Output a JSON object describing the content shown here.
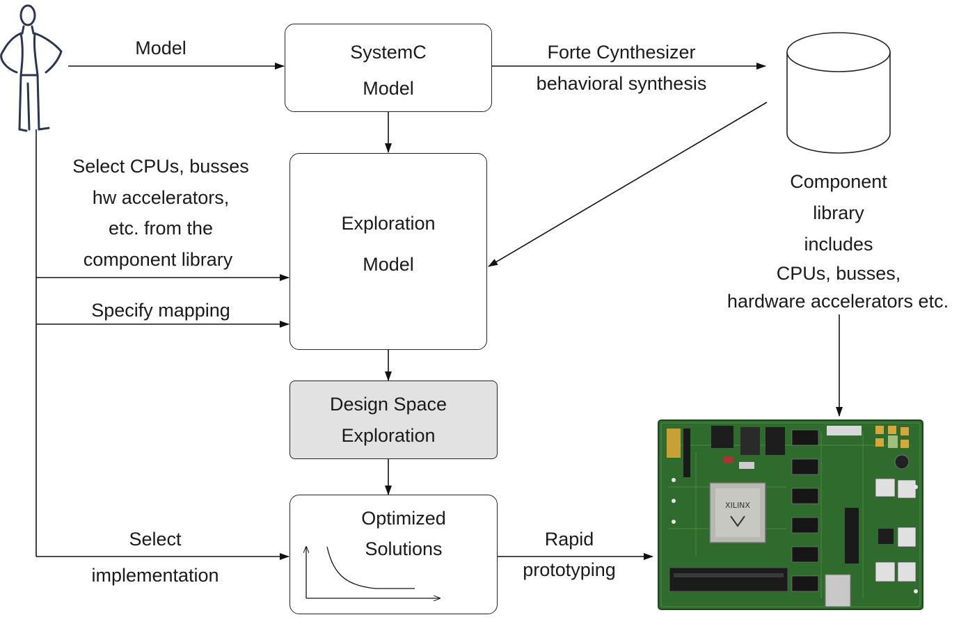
{
  "boxes": {
    "systemc": {
      "line1": "SystemC",
      "line2": "Model"
    },
    "exploration": {
      "line1": "Exploration",
      "line2": "Model"
    },
    "dse": {
      "line1": "Design Space",
      "line2": "Exploration"
    },
    "optimized": {
      "line1": "Optimized",
      "line2": "Solutions"
    }
  },
  "edges": {
    "model": "Model",
    "forte": {
      "line1": "Forte Cynthesizer",
      "line2": "behavioral synthesis"
    },
    "select_cpus": {
      "line1": "Select CPUs, busses",
      "line2": "hw accelerators,",
      "line3": "etc. from the",
      "line4": "component library"
    },
    "specify_mapping": "Specify mapping",
    "select_impl": {
      "line1": "Select",
      "line2": "implementation"
    },
    "rapid": {
      "line1": "Rapid",
      "line2": "prototyping"
    }
  },
  "library": {
    "line1": "Component",
    "line2": "library",
    "line3": "includes",
    "line4": "CPUs, busses,",
    "line5": "hardware accelerators etc."
  },
  "colors": {
    "stroke": "#222222",
    "dse_fill": "#e2e2e2",
    "pcb_green": "#2f6b2c"
  },
  "icons": {
    "user": "stick-figure-icon",
    "database": "database-cylinder-icon",
    "board": "fpga-board-image"
  }
}
